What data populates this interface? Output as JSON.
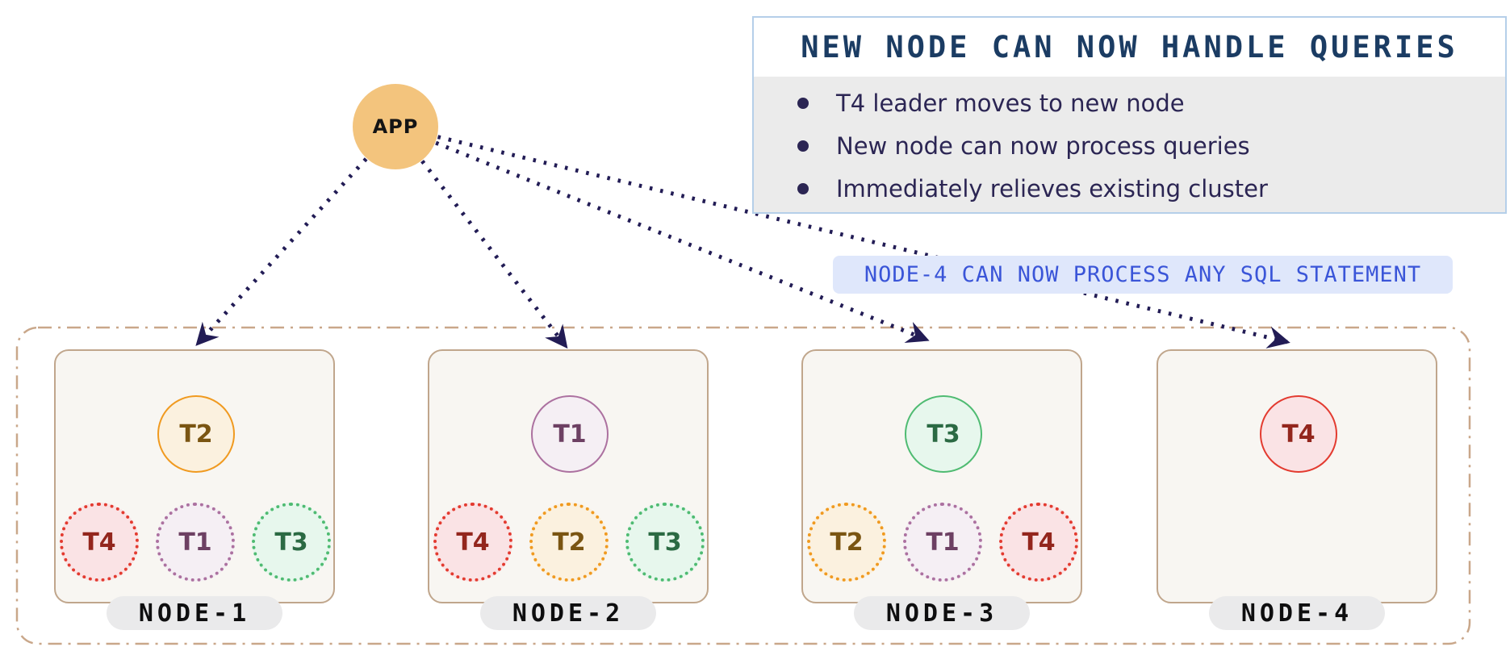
{
  "app": {
    "label": "APP"
  },
  "callout": {
    "title": "NEW NODE CAN NOW HANDLE QUERIES",
    "bullets": [
      "T4 leader moves to new node",
      "New node can now process queries",
      "Immediately relieves existing cluster"
    ]
  },
  "banner": {
    "text": "NODE-4 CAN NOW PROCESS ANY SQL STATEMENT"
  },
  "cluster": {
    "nodes": [
      {
        "name": "NODE-1",
        "leader": "T2",
        "replicas": [
          "T4",
          "T1",
          "T3"
        ]
      },
      {
        "name": "NODE-2",
        "leader": "T1",
        "replicas": [
          "T4",
          "T2",
          "T3"
        ]
      },
      {
        "name": "NODE-3",
        "leader": "T3",
        "replicas": [
          "T2",
          "T1",
          "T4"
        ]
      },
      {
        "name": "NODE-4",
        "leader": "T4",
        "replicas": []
      }
    ]
  },
  "colors": {
    "app_fill": "#F3C47D",
    "arrow": "#221C55",
    "callout_border": "#B5CFE9",
    "callout_title_text": "#1B3C63",
    "callout_body_bg": "#EBEBEB",
    "callout_bullet_text": "#2B2553",
    "banner_bg": "#DFE7FB",
    "banner_text": "#3A55D8",
    "cluster_boundary": "#C9A78A",
    "node_border": "#C0A68C",
    "node_bg": "#F8F6F2",
    "node_label_bg": "#EAEAEB",
    "tablet_orange": "#F09A20",
    "tablet_purple": "#AC71A0",
    "tablet_green": "#4FBB72",
    "tablet_red": "#E33B30"
  }
}
